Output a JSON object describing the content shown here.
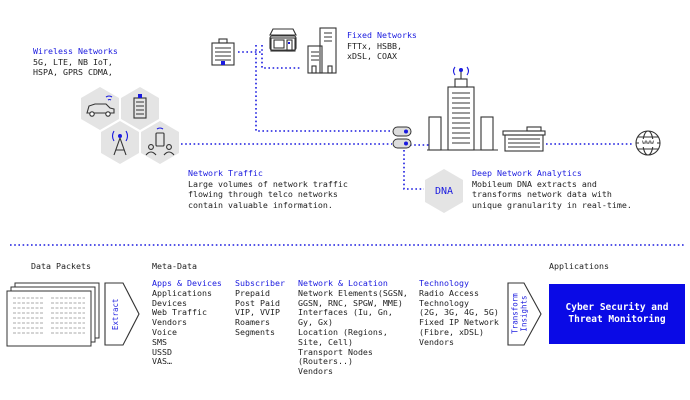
{
  "wireless": {
    "title": "Wireless Networks",
    "lines": [
      "5G, LTE, NB IoT,",
      "HSPA, GPRS CDMA,"
    ]
  },
  "fixed": {
    "title": "Fixed Networks",
    "lines": [
      "FTTx, HSBB,",
      "xDSL, COAX"
    ]
  },
  "traffic": {
    "title": "Network Traffic",
    "lines": [
      "Large volumes of network traffic",
      "flowing through telco networks",
      "contain valuable information."
    ]
  },
  "analytics": {
    "title": "Deep Network Analytics",
    "lines": [
      "Mobileum DNA extracts and",
      "transforms network data with",
      "unique granularity in real-time."
    ]
  },
  "dna_label": "DNA",
  "www_label": "www",
  "bottom": {
    "data_packets": "Data Packets",
    "meta_data": "Meta-Data",
    "applications": "Applications",
    "extract_label": "Extract",
    "transform_label_1": "Transform",
    "transform_label_2": "Insights",
    "cta_label_1": "Cyber Security and",
    "cta_label_2": "Threat Monitoring",
    "columns": [
      {
        "title": "Apps & Devices",
        "items": [
          "Applications",
          "Devices",
          "Web Traffic",
          "Vendors",
          "Voice",
          "SMS",
          "USSD",
          "VAS…"
        ]
      },
      {
        "title": "Subscriber",
        "items": [
          "Prepaid",
          "Post Paid",
          "VIP, VVIP",
          "Roamers",
          "Segments"
        ]
      },
      {
        "title": "Network & Location",
        "items": [
          "Network Elements(SGSN,",
          "GGSN, RNC, SPGW, MME)",
          "Interfaces (Iu, Gn,",
          "Gy, Gx)",
          "Location (Regions,",
          "Site, Cell)",
          "Transport Nodes",
          "(Routers..)",
          "Vendors"
        ]
      },
      {
        "title": "Technology",
        "items": [
          "Radio Access",
          "Technology",
          "(2G, 3G, 4G, 5G)",
          "Fixed IP Network",
          "(Fibre, xDSL)",
          "Vendors"
        ]
      }
    ]
  },
  "colors": {
    "accent": "#1a1adf",
    "cta": "#0a0ae6",
    "hex": "#e3e3e3",
    "icon": "#333333"
  }
}
